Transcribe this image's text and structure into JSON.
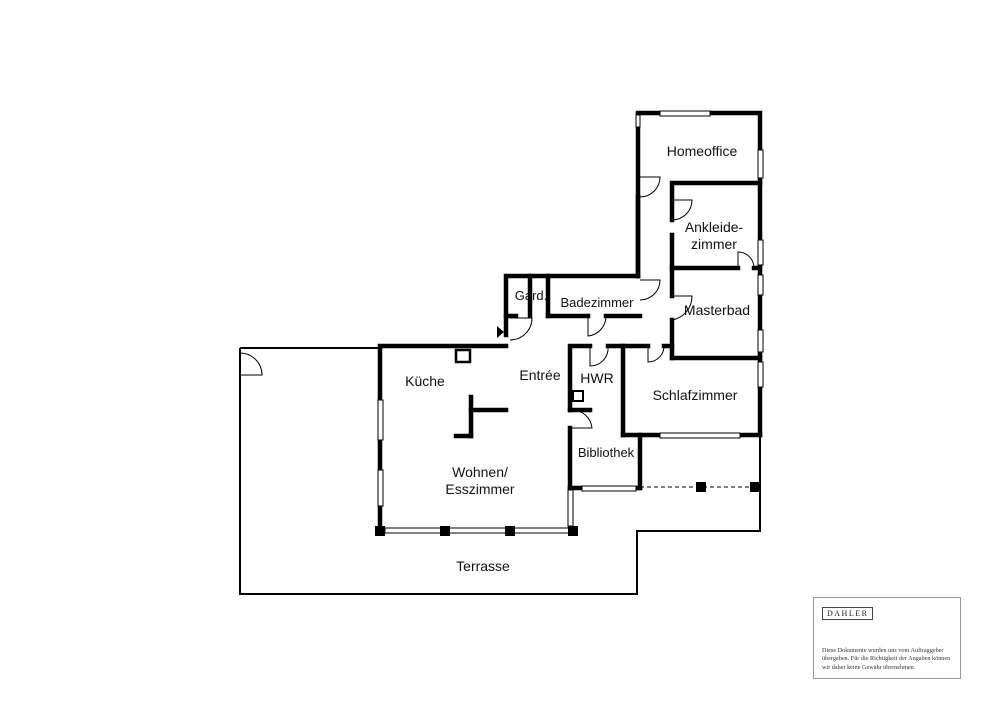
{
  "rooms": {
    "homeoffice": "Homeoffice",
    "ankleide_line1": "Ankleide-",
    "ankleide_line2": "zimmer",
    "gard": "Gard.",
    "badezimmer": "Badezimmer",
    "masterbad": "Masterbad",
    "kueche": "Küche",
    "entree": "Entrée",
    "hwr": "HWR",
    "schlafzimmer": "Schlafzimmer",
    "bibliothek": "Bibliothek",
    "wohnen_line1": "Wohnen/",
    "wohnen_line2": "Esszimmer",
    "terrasse": "Terrasse"
  },
  "info_box": {
    "brand": "DAHLER",
    "disclaimer": "Diese Dokumente wurden uns vom Auftraggeber übergeben. Für die Richtigkeit der Angaben können wir daher keine Gewähr übernehmen."
  }
}
